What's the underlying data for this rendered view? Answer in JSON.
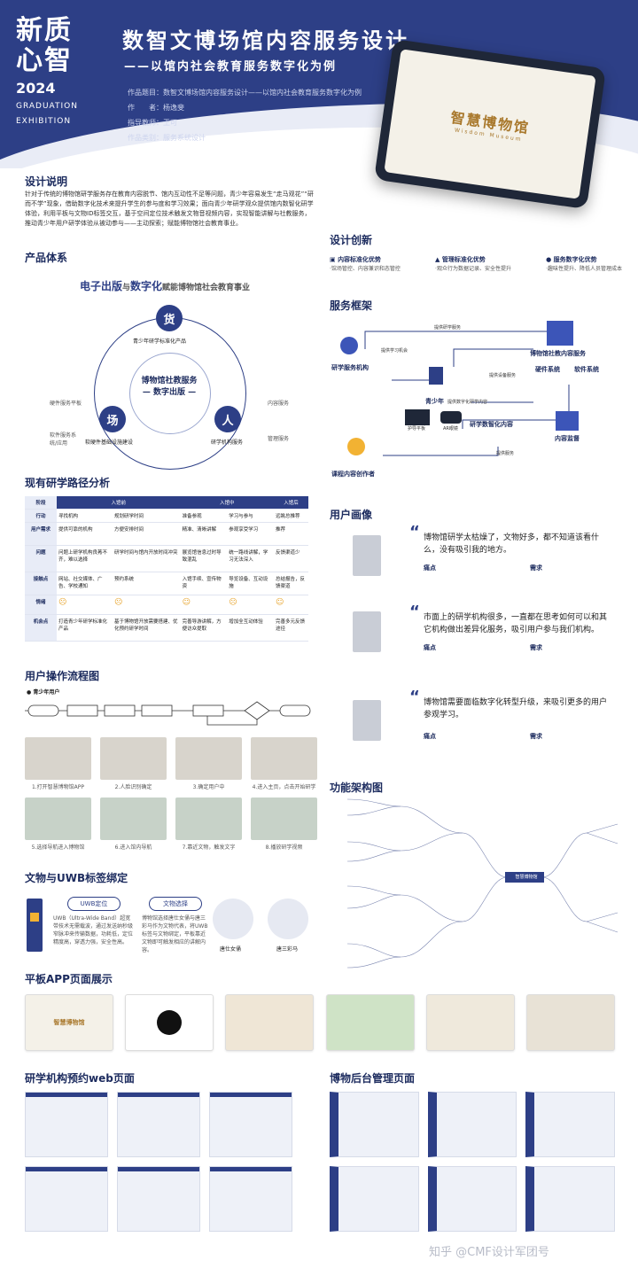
{
  "header": {
    "logo_line1": "新质",
    "logo_line2": "心智",
    "logo_year": "2024",
    "logo_en1": "GRADUATION",
    "logo_en2": "EXHIBITION",
    "title": "数智文博场馆内容服务设计",
    "subtitle": "——以馆内社会教育服务数字化为例",
    "meta": [
      "作品题目：数智文博场馆内容服务设计——以馆内社会教育服务数字化为例",
      "作　　者：杨逸斐",
      "指导教师：王可",
      "作品类别：服务系统设计"
    ],
    "tablet_brand": "智慧博物馆",
    "tablet_brand_en": "Wisdom Museum"
  },
  "design_desc": {
    "title": "设计说明",
    "text": "针对于传统的博物馆研学服务存在教育内容脱节、馆内互动性不足等问题，青少年容易发生“走马观花”“研而不学”现象，借助数字化技术来提升学生的参与度和学习效果；面向青少年研学观众提供馆内数智化研学体验，利用平板与文物ID标签交互，基于空间定位技术触发文物音视频内容，实现智能讲解与社教服务，推动青少年用户研学体验从被动参与——主动探索；赋能博物馆社会教育事业。"
  },
  "product": {
    "title": "产品体系",
    "headline_a": "电子出版",
    "headline_b": "与",
    "headline_c": "数字化",
    "headline_d": "赋能博物馆社会教育事业",
    "center1": "博物馆社教服务",
    "center2": "— 数字出版 —",
    "node_top": "货",
    "node_left": "场",
    "node_right": "人",
    "label_top": "青少年研学标准化产品",
    "label_left": "软硬件基础设施建设",
    "label_right": "研学机构服务",
    "side_left1": "硬件服务平板",
    "side_left2": "软件服务系统/应用",
    "side_right1": "内容服务",
    "side_right2": "管理服务"
  },
  "innovation": {
    "title": "设计创新",
    "items": [
      {
        "title": "内容标准化优势",
        "desc": "·馆场管控、内容兼识和态管控"
      },
      {
        "title": "管理标准化优势",
        "desc": "·观众行为数据记录、安全性提升"
      },
      {
        "title": "服务数字化优势",
        "desc": "·趣味性提升、降低人员管理成本"
      }
    ]
  },
  "framework": {
    "title": "服务框架",
    "nodes": {
      "org": "研学服务机构",
      "teen": "青少年",
      "platform": "博物馆社教内容服务",
      "hardware": "硬件系统",
      "software": "软件系统",
      "content": "研学数智化内容",
      "review": "内容监督",
      "creator": "课程内容创作者",
      "tablet": "护导平板",
      "ar": "AR眼镜"
    },
    "labels": [
      "提供研学服务",
      "提供学习机会",
      "提供设备服务",
      "提供数字化研学内容",
      "提供服务"
    ]
  },
  "research": {
    "title": "现有研学路径分析",
    "stages": [
      "入馆前",
      "入馆中",
      "入馆后"
    ],
    "row_labels": [
      "阶段",
      "行动",
      "用户需求",
      "问题",
      "接触点",
      "情绪",
      "机会点"
    ],
    "actions": [
      "寻找机构",
      "规划研学时间",
      "准备参观",
      "学习与参与",
      "远眺总推荐"
    ],
    "needs": [
      "提供可靠的机构",
      "方便安排时间",
      "精准、清晰讲解",
      "参观享受学习",
      "推荐"
    ],
    "problems": [
      "问题上研学机构良莠不齐，难以选择",
      "研学时间与馆内开放时间冲突",
      "展览馆信息过时导致混乱",
      "统一路线讲解，学习无法深入",
      "反馈渠道少"
    ],
    "touch": [
      "网站、社交媒体、广告、学校通知",
      "预约系统",
      "入馆手续、宣传物资",
      "导览设备、互动设施",
      "总结报告，反馈渠道"
    ],
    "opps": [
      "打造青少年研学标准化产品",
      "基于博物馆开放需要搭建、优化预约研学时间",
      "完善导游讲解，方便访众提取",
      "增加全互动体验",
      "完善多元反馈途径"
    ]
  },
  "user_profile": {
    "title": "用户画像",
    "quotes": [
      "博物馆研学太枯燥了，文物好多，都不知道该看什么，没有吸引我的地方。",
      "市面上的研学机构很多，一直都在思考如何可以和其它机构做出差异化服务，吸引用户参与我们机构。",
      "博物馆需要面临数字化转型升级，来吸引更多的用户参观学习。"
    ],
    "pain": "痛点",
    "need": "需求"
  },
  "flow": {
    "title": "用户操作流程图",
    "actor": "青少年用户",
    "steps": [
      "1.打开智慧博物馆APP",
      "2.人脸识别确定",
      "3.确定用户中",
      "4.进入主页，点击开始研学",
      "5.选择导航进入博物馆",
      "6.进入馆内导航",
      "7.靠近文物，触发文字",
      "8.播放研学视频"
    ]
  },
  "function": {
    "title": "功能架构图",
    "root": "智慧博物馆"
  },
  "uwb": {
    "title": "文物与UWB标签绑定",
    "left_tag": "UWB定位",
    "right_tag": "文物选择",
    "left_text": "UWB（Ultra-Wide Band）超宽带技术无需载波，通过发送纳秒级窄脉冲来传输数据，功耗低，定位精度高，穿透力强，安全性高。",
    "right_text": "博物馆选择唐仕女俑与唐三彩马作为文物代表，将UWB标签与文物绑定，平板靠近文物即可触发相应的讲解内容。",
    "obj1": "唐仕女俑",
    "obj2": "唐三彩马"
  },
  "tablet_app": {
    "title": "平板APP页面展示",
    "brand": "智慧博物馆"
  },
  "web_pages": {
    "title": "研学机构预约web页面"
  },
  "admin_pages": {
    "title": "博物后台管理页面"
  },
  "watermark": "知乎 @CMF设计军团号"
}
